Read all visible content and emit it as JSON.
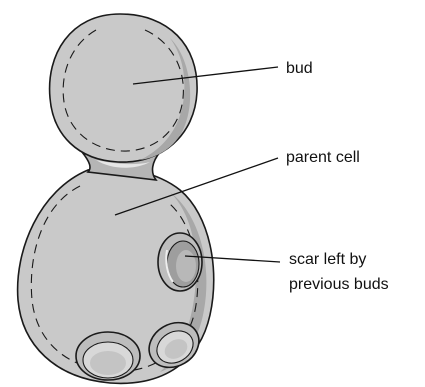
{
  "labels": {
    "bud": "bud",
    "parent_cell": "parent cell",
    "scar_line1": "scar left by",
    "scar_line2": "previous buds"
  },
  "colors": {
    "cell_fill": "#c9c9c9",
    "cell_shade": "#a8a8a8",
    "highlight": "#e6e6e6",
    "outline": "#1a1a1a",
    "background": "#ffffff"
  }
}
